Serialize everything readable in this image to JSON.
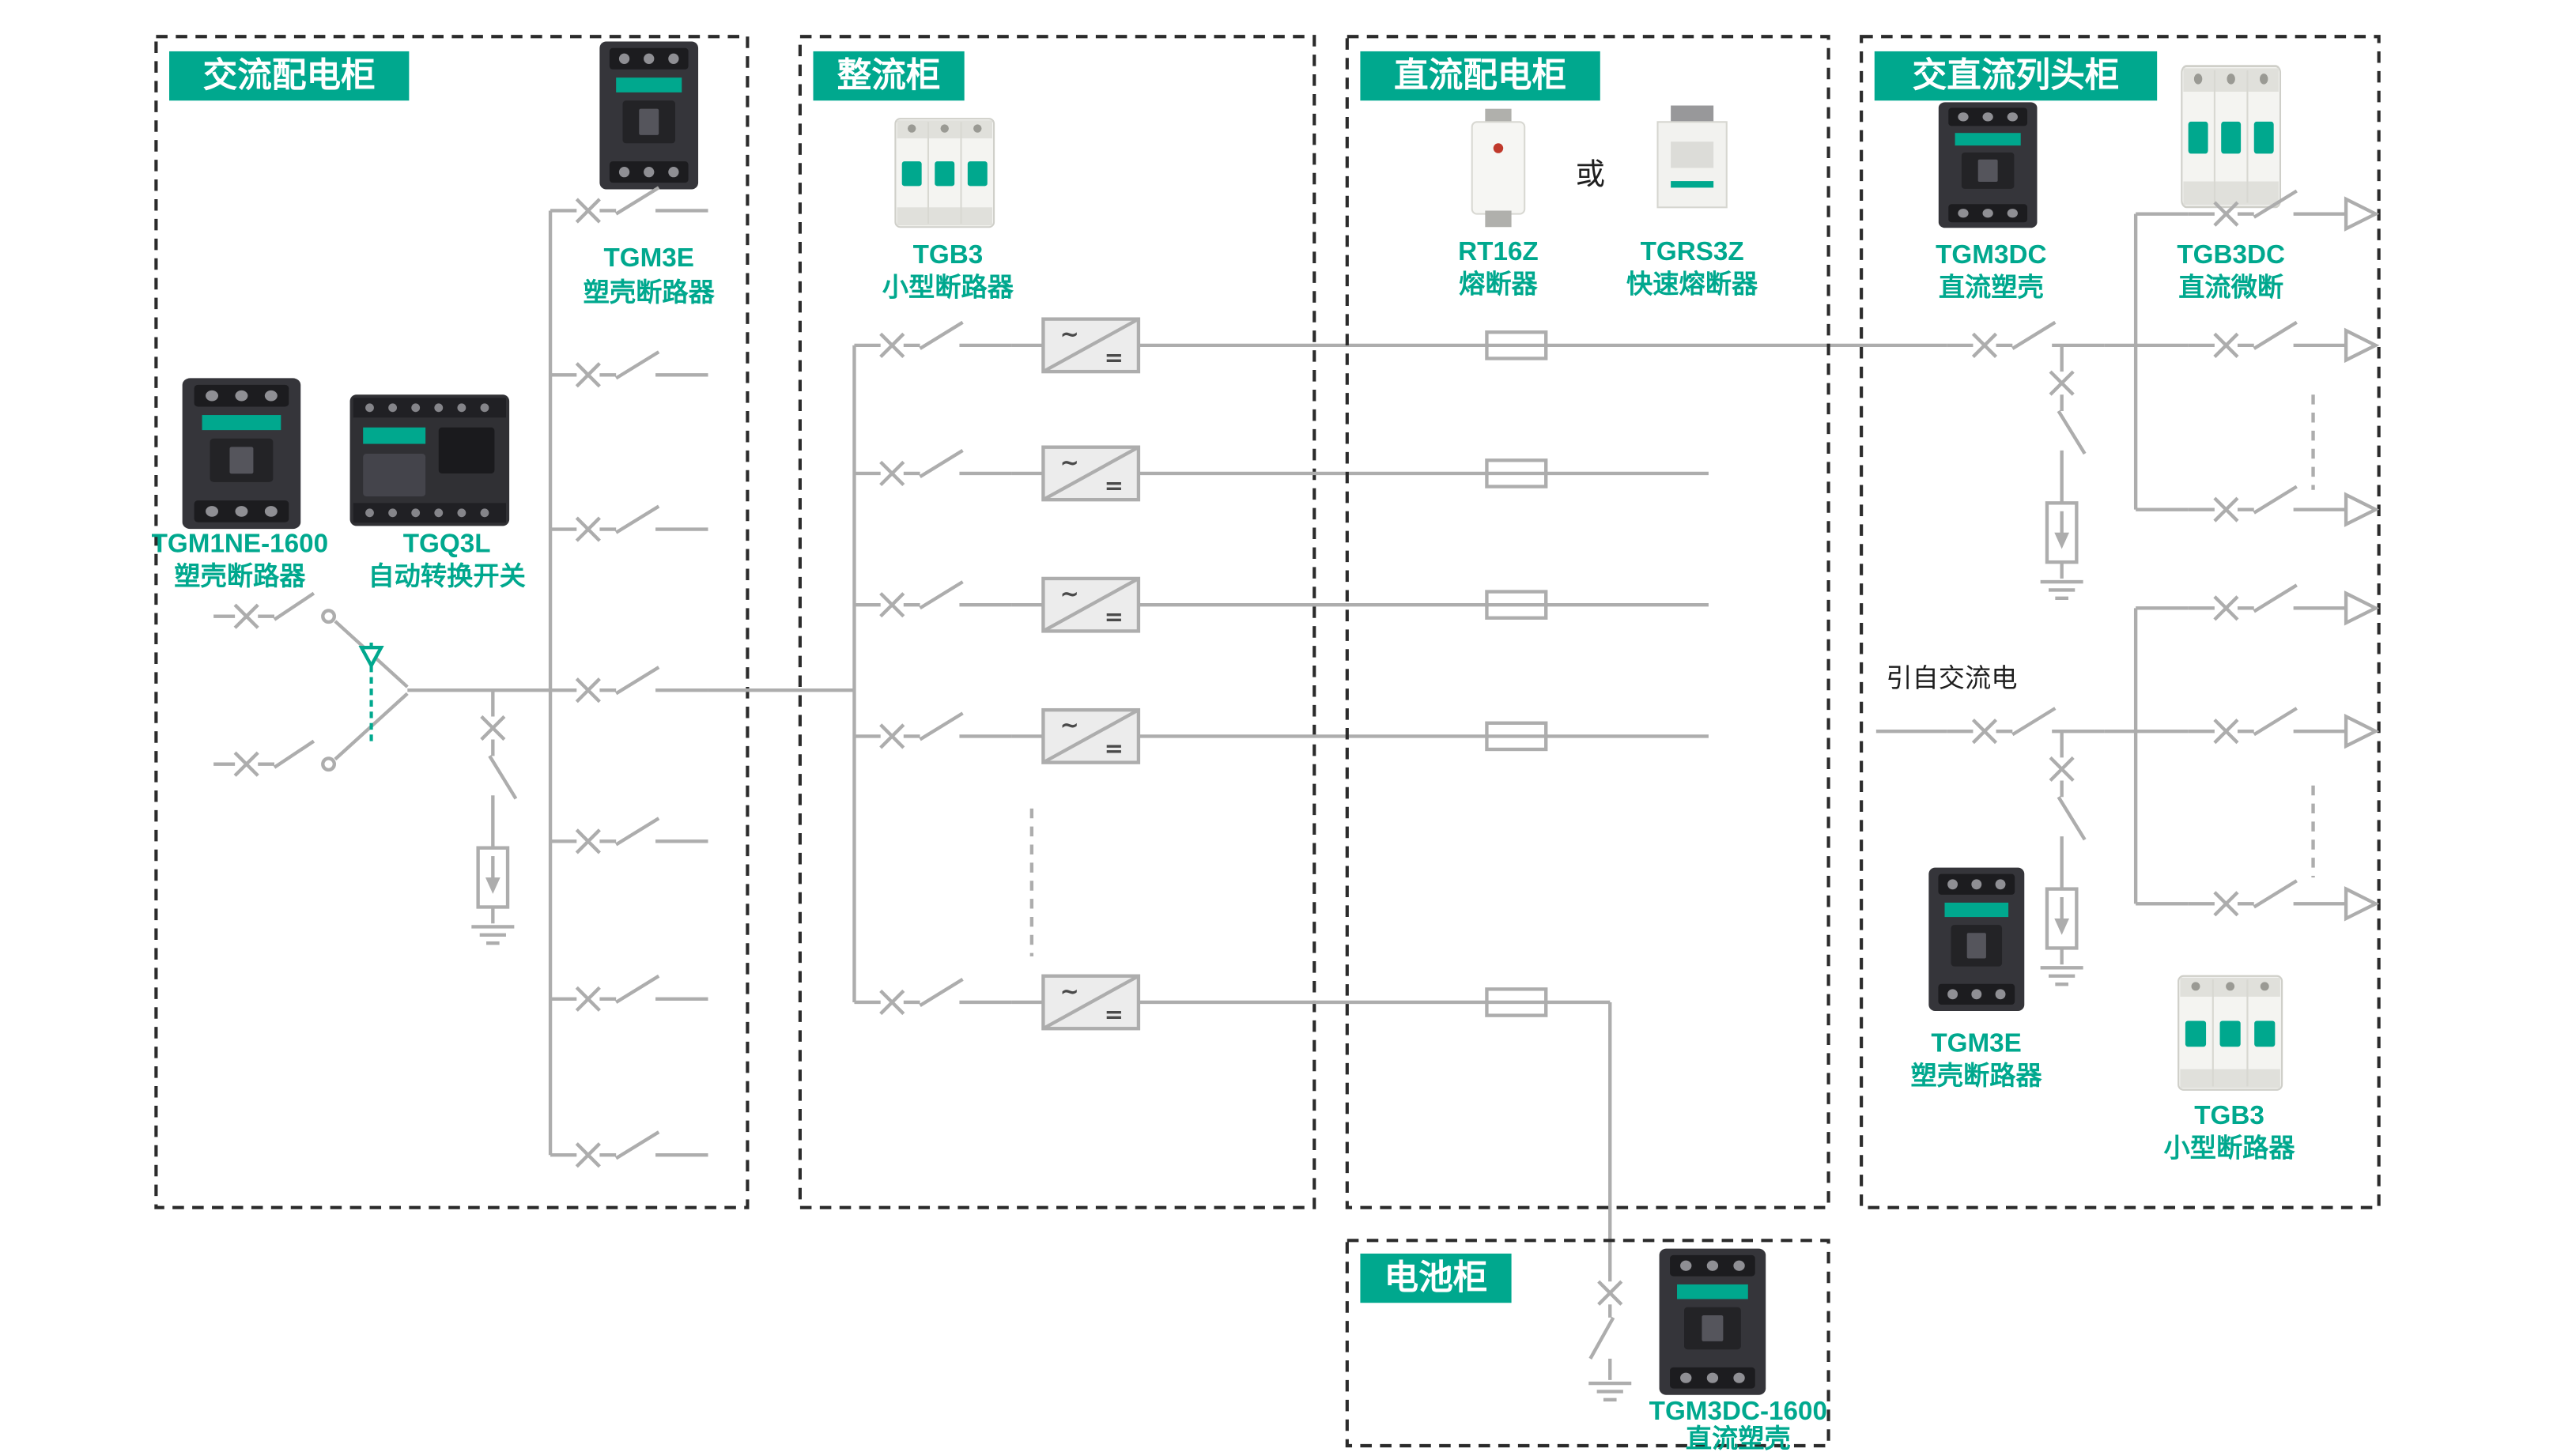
{
  "colors": {
    "accent": "#00A88E",
    "wire": "#ADADAD",
    "border": "#2B2B2B",
    "background": "#FFFFFF"
  },
  "cabinets": {
    "ac_distribution": {
      "title": "交流配电柜"
    },
    "rectifier": {
      "title": "整流柜"
    },
    "dc_distribution": {
      "title": "直流配电柜"
    },
    "ac_dc_row": {
      "title": "交直流列头柜"
    },
    "battery": {
      "title": "电池柜"
    }
  },
  "products": {
    "tgm3e_ac": {
      "name": "TGM3E",
      "desc": "塑壳断路器"
    },
    "tgm1ne_1600": {
      "name": "TGM1NE-1600",
      "desc": "塑壳断路器"
    },
    "tgq3l": {
      "name": "TGQ3L",
      "desc": "自动转换开关"
    },
    "tgb3_rectifier": {
      "name": "TGB3",
      "desc": "小型断路器"
    },
    "rt16z": {
      "name": "RT16Z",
      "desc": "熔断器"
    },
    "tgrs3z": {
      "name": "TGRS3Z",
      "desc": "快速熔断器"
    },
    "tgm3dc": {
      "name": "TGM3DC",
      "desc": "直流塑壳"
    },
    "tgb3dc": {
      "name": "TGB3DC",
      "desc": "直流微断"
    },
    "tgm3e_row": {
      "name": "TGM3E",
      "desc": "塑壳断路器"
    },
    "tgb3_row": {
      "name": "TGB3",
      "desc": "小型断路器"
    },
    "tgm3dc_1600": {
      "name": "TGM3DC-1600",
      "desc": "直流塑壳"
    }
  },
  "annotations": {
    "or": "或",
    "from_ac_mains": "引自交流电"
  },
  "symbols": {
    "ac_mark": "~",
    "dc_mark": "="
  }
}
